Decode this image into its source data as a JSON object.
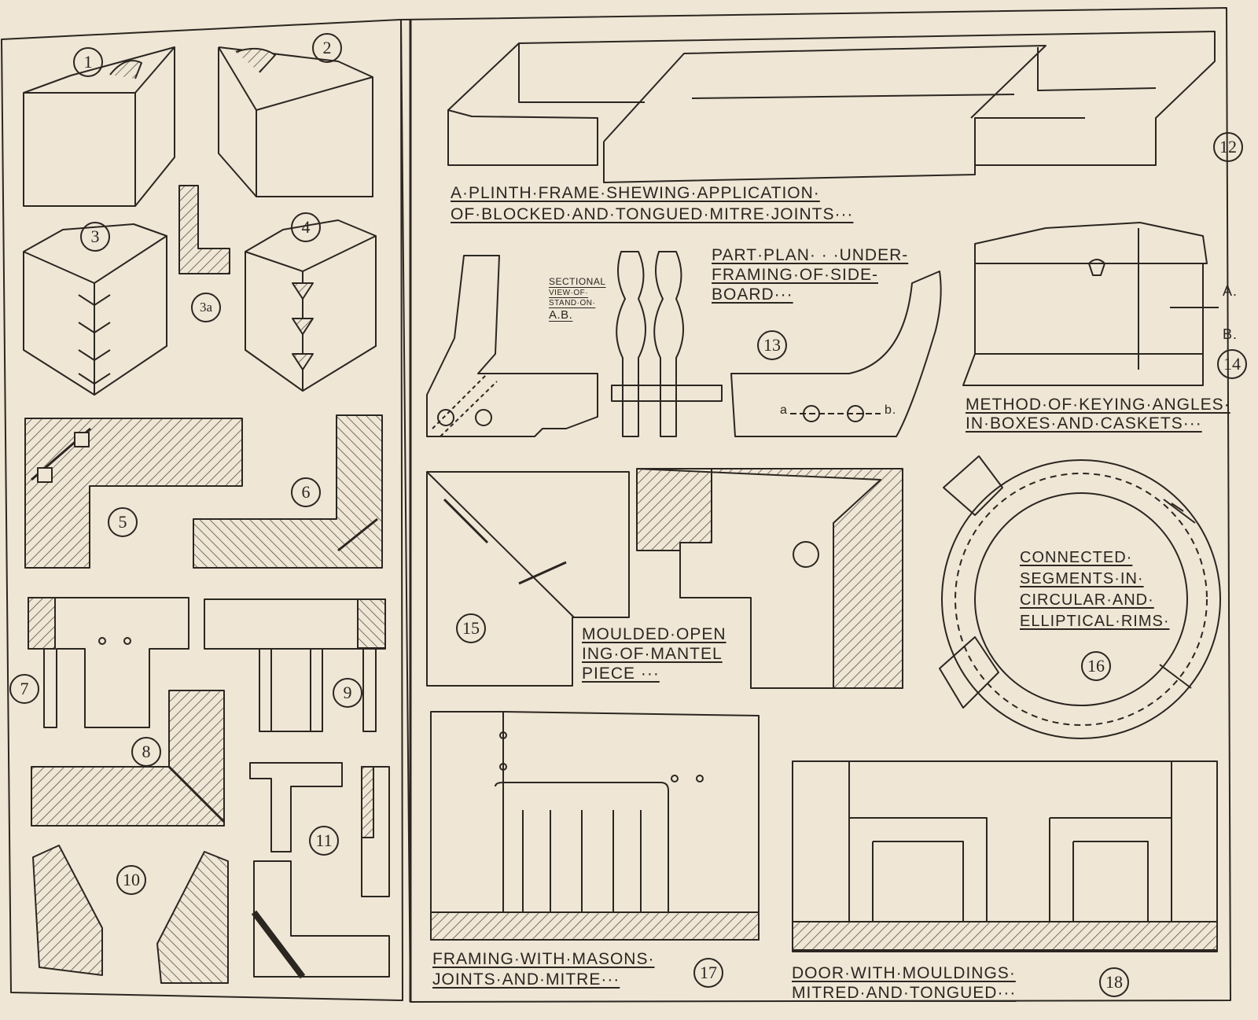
{
  "figure_numbers": [
    "1",
    "2",
    "3",
    "3a",
    "4",
    "5",
    "6",
    "7",
    "8",
    "9",
    "10",
    "11",
    "12",
    "13",
    "14",
    "15",
    "16",
    "17",
    "18"
  ],
  "captions": {
    "fig12": [
      "A·PLINTH·FRAME·SHEWING·APPLICATION·",
      "OF·BLOCKED·AND·TONGUED·MITRE·JOINTS···"
    ],
    "fig13_title": [
      "PART·PLAN· · ·UNDER-",
      "FRAMING·OF·SIDE-",
      "BOARD···"
    ],
    "fig13_section": [
      "SECTIONAL",
      "VIEW·OF·",
      "STAND·ON·",
      "A.B."
    ],
    "fig13_points": [
      "a",
      "b."
    ],
    "fig14_labels": [
      "A.",
      "B."
    ],
    "fig14": [
      "METHOD·OF·KEYING·ANGLES·",
      "IN·BOXES·AND·CASKETS···"
    ],
    "fig15": [
      "MOULDED·OPEN",
      "ING·OF·MANTEL",
      "PIECE ···"
    ],
    "fig16": [
      "CONNECTED·",
      "SEGMENTS·IN·",
      "CIRCULAR·AND·",
      "ELLIPTICAL·RIMS·"
    ],
    "fig17": [
      "FRAMING·WITH·MASONS·",
      "JOINTS·AND·MITRE···"
    ],
    "fig18": [
      "DOOR·WITH·MOULDINGS·",
      "MITRED·AND·TONGUED···"
    ]
  },
  "colors": {
    "paper": "#efe6d6",
    "ink": "#2b2620",
    "hatch": "#5a5248"
  }
}
